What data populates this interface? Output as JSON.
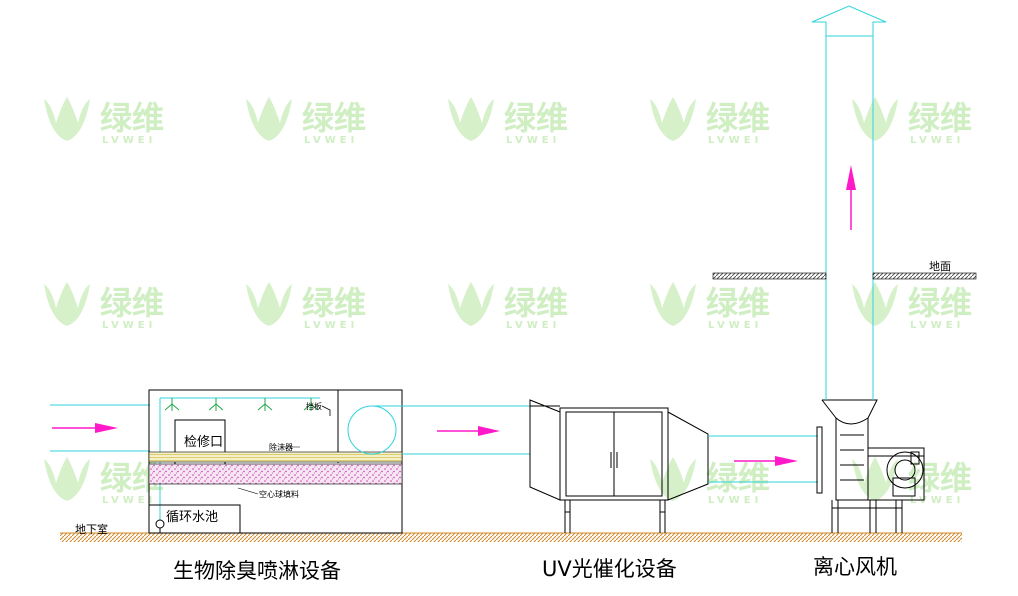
{
  "watermark": {
    "cn": "绿维",
    "en": "LVWEI"
  },
  "labels": {
    "inspection_port": "检修口",
    "demister": "除沫器",
    "baffle": "挡板",
    "hollow_ball_packing": "空心球填料",
    "circulation_pool": "循环水池",
    "basement": "地下室",
    "ground": "地面"
  },
  "captions": {
    "bio_scrubber": "生物除臭喷淋设备",
    "uv_unit": "UV光催化设备",
    "fan": "离心风机"
  },
  "colors": {
    "duct": "#2fd3de",
    "flow_arrow": "#ff19c8",
    "equipment": "#000000",
    "ground_hatch": "#d28a2a",
    "packing": "#e050c8"
  }
}
